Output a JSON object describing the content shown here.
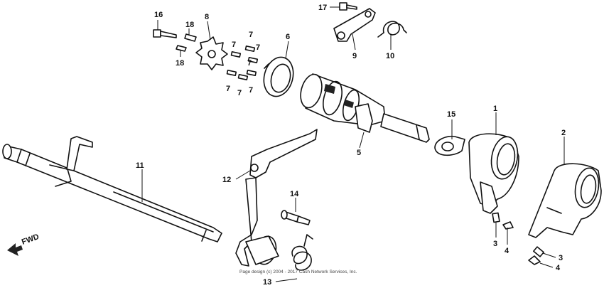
{
  "callouts": {
    "c1": "1",
    "c2": "2",
    "c3a": "3",
    "c3b": "3",
    "c4a": "4",
    "c4b": "4",
    "c5": "5",
    "c6": "6",
    "c7a": "7",
    "c7b": "7",
    "c7c": "7",
    "c7d": "7",
    "c7e": "7",
    "c7f": "7",
    "c7g": "7",
    "c8": "8",
    "c9": "9",
    "c10": "10",
    "c11": "11",
    "c12": "12",
    "c13": "13",
    "c14": "14",
    "c15": "15",
    "c16": "16",
    "c17": "17",
    "c18a": "18",
    "c18b": "18"
  },
  "direction_label": "FWD",
  "copyright": "Page design (c) 2004 - 2017 Cash Network Services, Inc."
}
